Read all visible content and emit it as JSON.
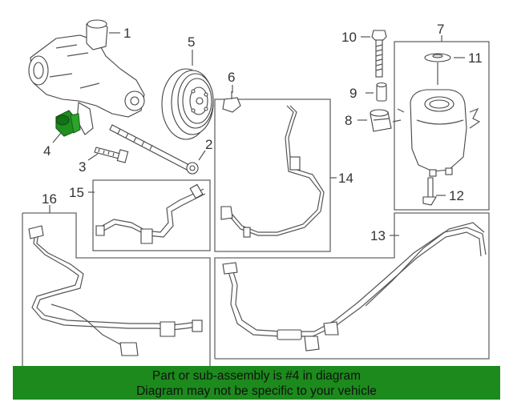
{
  "callouts": {
    "c1": "1",
    "c2": "2",
    "c3": "3",
    "c4": "4",
    "c5": "5",
    "c6": "6",
    "c7": "7",
    "c8": "8",
    "c9": "9",
    "c10": "10",
    "c11": "11",
    "c12": "12",
    "c13": "13",
    "c14": "14",
    "c15": "15",
    "c16": "16"
  },
  "highlight_part": "4",
  "highlight_color": "#1f8f1f",
  "banner": {
    "line1": "Part or sub-assembly is #4 in diagram",
    "line2": "Diagram may not be specific to your vehicle",
    "background": "#1c8a1c"
  }
}
